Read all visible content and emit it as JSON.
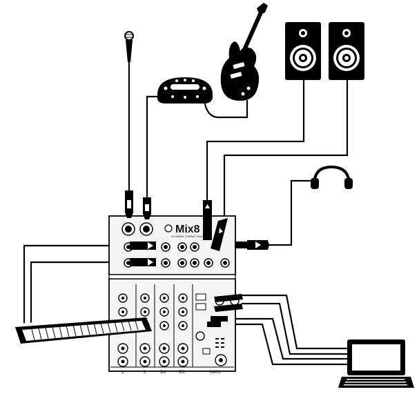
{
  "mixer": {
    "logo": "Mix8",
    "subtitle": "8-CHANNEL COMPACT MIXER",
    "strip_labels": [
      "1",
      "2",
      "3/4",
      "5/6",
      "MAIN"
    ]
  },
  "colors": {
    "ink": "#000000",
    "paper": "#ffffff",
    "panel": "#f4f4f4"
  },
  "icons": [
    "microphone-icon",
    "guitar-pedal-icon",
    "electric-guitar-icon",
    "studio-monitor-icon",
    "headphones-icon",
    "keyboard-icon",
    "laptop-icon"
  ]
}
